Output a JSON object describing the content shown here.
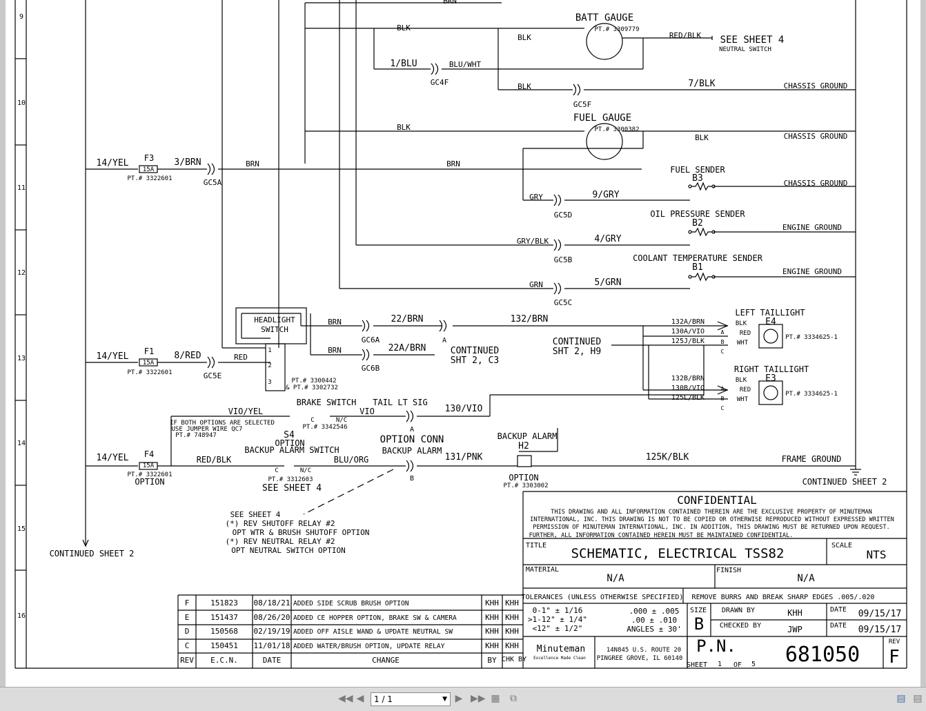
{
  "row_numbers": [
    "9",
    "10",
    "11",
    "12",
    "13",
    "14",
    "15",
    "16"
  ],
  "labels": {
    "top_brn": "BRN",
    "batt_gauge": "BATT GAUGE",
    "batt_pt": "PT.# 3309779",
    "blk_top1": "BLK",
    "blk_top2": "BLK",
    "red_blk": "RED/BLK",
    "see_sheet4": "SEE SHEET 4",
    "neutral_switch": "NEUTRAL SWITCH",
    "blu_1": "1/BLU",
    "blu_wht": "BLU/WHT",
    "gc4f": "GC4F",
    "blk_mid": "BLK",
    "blk7": "7/BLK",
    "chassis_ground_1": "CHASSIS GROUND",
    "gc5f": "GC5F",
    "fuel_gauge": "FUEL GAUGE",
    "fuel_pt": "PT.# 3300382",
    "blk_fuel_left": "BLK",
    "blk_fuel_right": "BLK",
    "chassis_ground_2": "CHASSIS GROUND",
    "yel14_a": "14/YEL",
    "f3": "F3",
    "f3_rating": "15A",
    "brn3": "3/BRN",
    "brn_a": "BRN",
    "brn_b": "BRN",
    "f3_pt": "PT.# 3322601",
    "gc5a": "GC5A",
    "fuel_sender": "FUEL SENDER",
    "b3": "B3",
    "chassis_ground_3": "CHASSIS GROUND",
    "gry": "GRY",
    "gry9": "9/GRY",
    "gc5d": "GC5D",
    "oil_sender": "OIL PRESSURE SENDER",
    "b2": "B2",
    "engine_ground_1": "ENGINE GROUND",
    "gry_blk": "GRY/BLK",
    "gry4": "4/GRY",
    "gc5b": "GC5B",
    "coolant_sender": "COOLANT TEMPERATURE SENDER",
    "b1": "B1",
    "engine_ground_2": "ENGINE GROUND",
    "grn": "GRN",
    "grn5": "5/GRN",
    "gc5c": "GC5C",
    "headlight_switch_1": "HEADLIGHT",
    "headlight_switch_2": "SWITCH",
    "brn_hl1": "BRN",
    "brn22": "22/BRN",
    "brn132": "132/BRN",
    "gc6a": "GC6A",
    "conn_a1": "A",
    "brn_hl2": "BRN",
    "brn22a": "22A/BRN",
    "continued_1": "CONTINUED",
    "sht_c3": "SHT 2, C3",
    "gc6b": "GC6B",
    "continued_2": "CONTINUED",
    "sht_h9": "SHT 2, H9",
    "left_taillight": "LEFT TAILLIGHT",
    "e4": "E4",
    "w132a": "132A/BRN",
    "w130a": "130A/VIO",
    "w125j": "125J/BLK",
    "lt_blk": "BLK",
    "lt_red": "RED",
    "lt_wht": "WHT",
    "lt_a": "A",
    "lt_b": "B",
    "lt_c": "C",
    "taillight_pt_1": "PT.# 3334625-1",
    "yel14_b": "14/YEL",
    "f1": "F1",
    "f1_rating": "15A",
    "red8": "8/RED",
    "red": "RED",
    "f1_pt": "PT.# 3322601",
    "gc5e": "GC5E",
    "sw_1": "1",
    "sw_2": "2",
    "sw_3": "3",
    "hl_pt1": "PT.# 3300442",
    "hl_pt2": "& PT.# 3302732",
    "right_taillight": "RIGHT TAILLIGHT",
    "e3": "E3",
    "w132b": "132B/BRN",
    "w130b": "130B/VIO",
    "w125l": "125L/BLK",
    "rt_blk": "BLK",
    "rt_red": "RED",
    "rt_wht": "WHT",
    "rt_a": "A",
    "rt_b": "B",
    "rt_c": "C",
    "taillight_pt_2": "PT.# 3334625-1",
    "brake_switch": "BRAKE SWITCH",
    "tail_lt_sig": "TAIL LT SIG",
    "vio_yel": "VIO/YEL",
    "bs_c": "C",
    "bs_nc": "N/C",
    "vio": "VIO",
    "vio130": "130/VIO",
    "bs_pt": "PT.# 3342546",
    "jumper_1": "IF BOTH OPTIONS ARE SELECTED",
    "jumper_2": "USE JUMPER WIRE QC7",
    "jumper_3": "PT.# 748947",
    "conn_a2": "A",
    "s4": "S4",
    "option_1": "OPTION",
    "backup_alarm_switch": "BACKUP ALARM SWITCH",
    "option_conn": "OPTION CONN",
    "backup_alarm_a": "BACKUP ALARM",
    "backup_alarm_b": "BACKUP ALARM",
    "h2": "H2",
    "yel14_c": "14/YEL",
    "f4": "F4",
    "f4_rating": "15A",
    "red_blk_2": "RED/BLK",
    "blu_org": "BLU/ORG",
    "pnk131": "131/PNK",
    "blk125k": "125K/BLK",
    "frame_ground": "FRAME GROUND",
    "f4_pt": "PT.# 3322601",
    "f4_option": "OPTION",
    "bas_c": "C",
    "bas_nc": "N/C",
    "bas_pt": "PT.# 3312603",
    "conn_b": "B",
    "option_2": "OPTION",
    "ba_pt": "PT.# 3303002",
    "continued_sheet2_r": "CONTINUED SHEET 2",
    "see_sheet4_b": "SEE SHEET 4",
    "see_sheet4_c": "SEE SHEET 4",
    "note_1": "(*) REV SHUTOFF RELAY #2",
    "note_2": "OPT WTR & BRUSH SHUTOFF OPTION",
    "note_3": "(*) REV NEUTRAL RELAY #2",
    "note_4": "OPT NEUTRAL SWITCH OPTION",
    "continued_sheet2_l": "CONTINUED SHEET 2"
  },
  "title_block": {
    "confidential": "CONFIDENTIAL",
    "conf_lines": [
      "THIS DRAWING AND ALL INFORMATION CONTAINED THEREIN ARE THE EXCLUSIVE PROPERTY OF MINUTEMAN",
      "INTERNATIONAL, INC. THIS DRAWING IS NOT TO BE COPIED OR OTHERWISE REPRODUCED WITHOUT EXPRESSED WRITTEN",
      "PERMISSION OF MINUTEMAN INTERNATIONAL, INC. IN ADDITION, THIS DRAWING MUST BE RETURNED UPON REQUEST.",
      "FURTHER, ALL INFORMATION CONTAINED HEREIN MUST BE MAINTAINED CONFIDENTIAL."
    ],
    "title_label": "TITLE",
    "title": "SCHEMATIC, ELECTRICAL TSS82",
    "scale_label": "SCALE",
    "scale": "NTS",
    "material_label": "MATERIAL",
    "material": "N/A",
    "finish_label": "FINISH",
    "finish": "N/A",
    "tolerances": "TOLERANCES (UNLESS OTHERWISE SPECIFIED)",
    "remove_burrs": "REMOVE BURRS AND BREAK SHARP EDGES .005/.020",
    "tol_1": "0-1\"   ± 1/16",
    "tol_2": ">1-12\"  ± 1/4\"",
    "tol_3": "<12\"   ± 1/2\"",
    "tol_4": ".000 ± .005",
    "tol_5": ".00 ± .010",
    "tol_6": "ANGLES ± 30'",
    "size_label": "SIZE",
    "size": "B",
    "drawn_by_label": "DRAWN BY",
    "drawn_by": "KHH",
    "date_label_1": "DATE",
    "date_1": "09/15/17",
    "checked_by_label": "CHECKED BY",
    "checked_by": "JWP",
    "date_label_2": "DATE",
    "date_2": "09/15/17",
    "logo": "Minuteman",
    "logo_sub": "Excellence Made Clean",
    "address_1": "14N845 U.S. ROUTE 20",
    "address_2": "PINGREE GROVE, IL 60140",
    "pn_label": "P.N.",
    "pn": "681050",
    "rev_label": "REV",
    "rev": "F",
    "sheet_label": "SHEET",
    "sheet_num": "1",
    "of_label": "OF",
    "sheet_total": "5"
  },
  "revisions": {
    "rows": [
      {
        "rev": "F",
        "ecn": "151823",
        "date": "08/18/21",
        "change": "ADDED SIDE SCRUB BRUSH OPTION",
        "by": "KHH",
        "chk": "KHH"
      },
      {
        "rev": "E",
        "ecn": "151437",
        "date": "08/26/20",
        "change": "ADDED CE HOPPER OPTION, BRAKE SW & CAMERA",
        "by": "KHH",
        "chk": "KHH"
      },
      {
        "rev": "D",
        "ecn": "150568",
        "date": "02/19/19",
        "change": "ADDED OFF AISLE WAND & UPDATE NEUTRAL SW",
        "by": "KHH",
        "chk": "KHH"
      },
      {
        "rev": "C",
        "ecn": "150451",
        "date": "11/01/18",
        "change": "ADDED WATER/BRUSH OPTION, UPDATE RELAY",
        "by": "KHH",
        "chk": "KHH"
      }
    ],
    "header": {
      "rev": "REV",
      "ecn": "E.C.N.",
      "date": "DATE",
      "change": "CHANGE",
      "by": "BY",
      "chk": "CHK BY"
    }
  },
  "viewer": {
    "page_indicator": "1 / 1"
  }
}
